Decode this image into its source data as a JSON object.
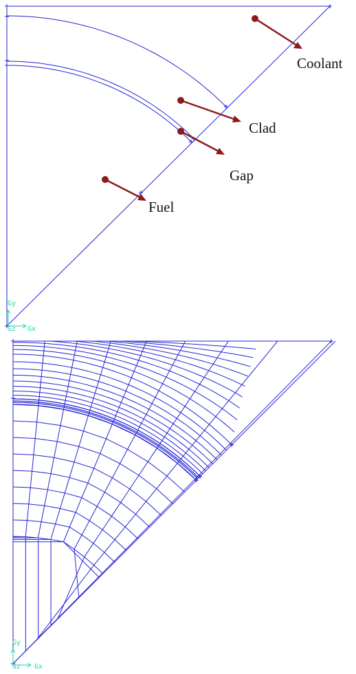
{
  "colors": {
    "geometry": "#2323d4",
    "mesh": "#2323d4",
    "arrow": "#8b1a1a",
    "label_text": "#111111",
    "axis_triad": "#22d3a0"
  },
  "top_panel": {
    "labels": [
      {
        "id": "coolant",
        "text": "Coolant"
      },
      {
        "id": "clad",
        "text": "Clad"
      },
      {
        "id": "gap",
        "text": "Gap"
      },
      {
        "id": "fuel",
        "text": "Fuel"
      }
    ],
    "axis": {
      "y": "Gy",
      "z": "Gz",
      "x": "Gx"
    }
  },
  "bottom_panel": {
    "axis": {
      "y": "Gy",
      "z": "Gz",
      "x": "Gx"
    }
  }
}
